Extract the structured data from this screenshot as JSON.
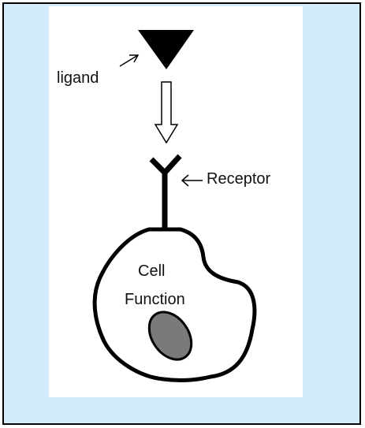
{
  "labels": {
    "ligand": "ligand",
    "receptor": "Receptor",
    "cell_function_line1": "Cell",
    "cell_function_line2": "Function"
  },
  "icons": [
    "ligand-triangle-icon",
    "binding-arrow-icon",
    "receptor-icon",
    "signal-chevrons-icon",
    "cell-outline-icon",
    "nucleus-icon"
  ],
  "colors": {
    "background": "#d2ecfb",
    "panel": "#ffffff",
    "ink": "#000000",
    "nucleus": "#7a7a7a"
  }
}
